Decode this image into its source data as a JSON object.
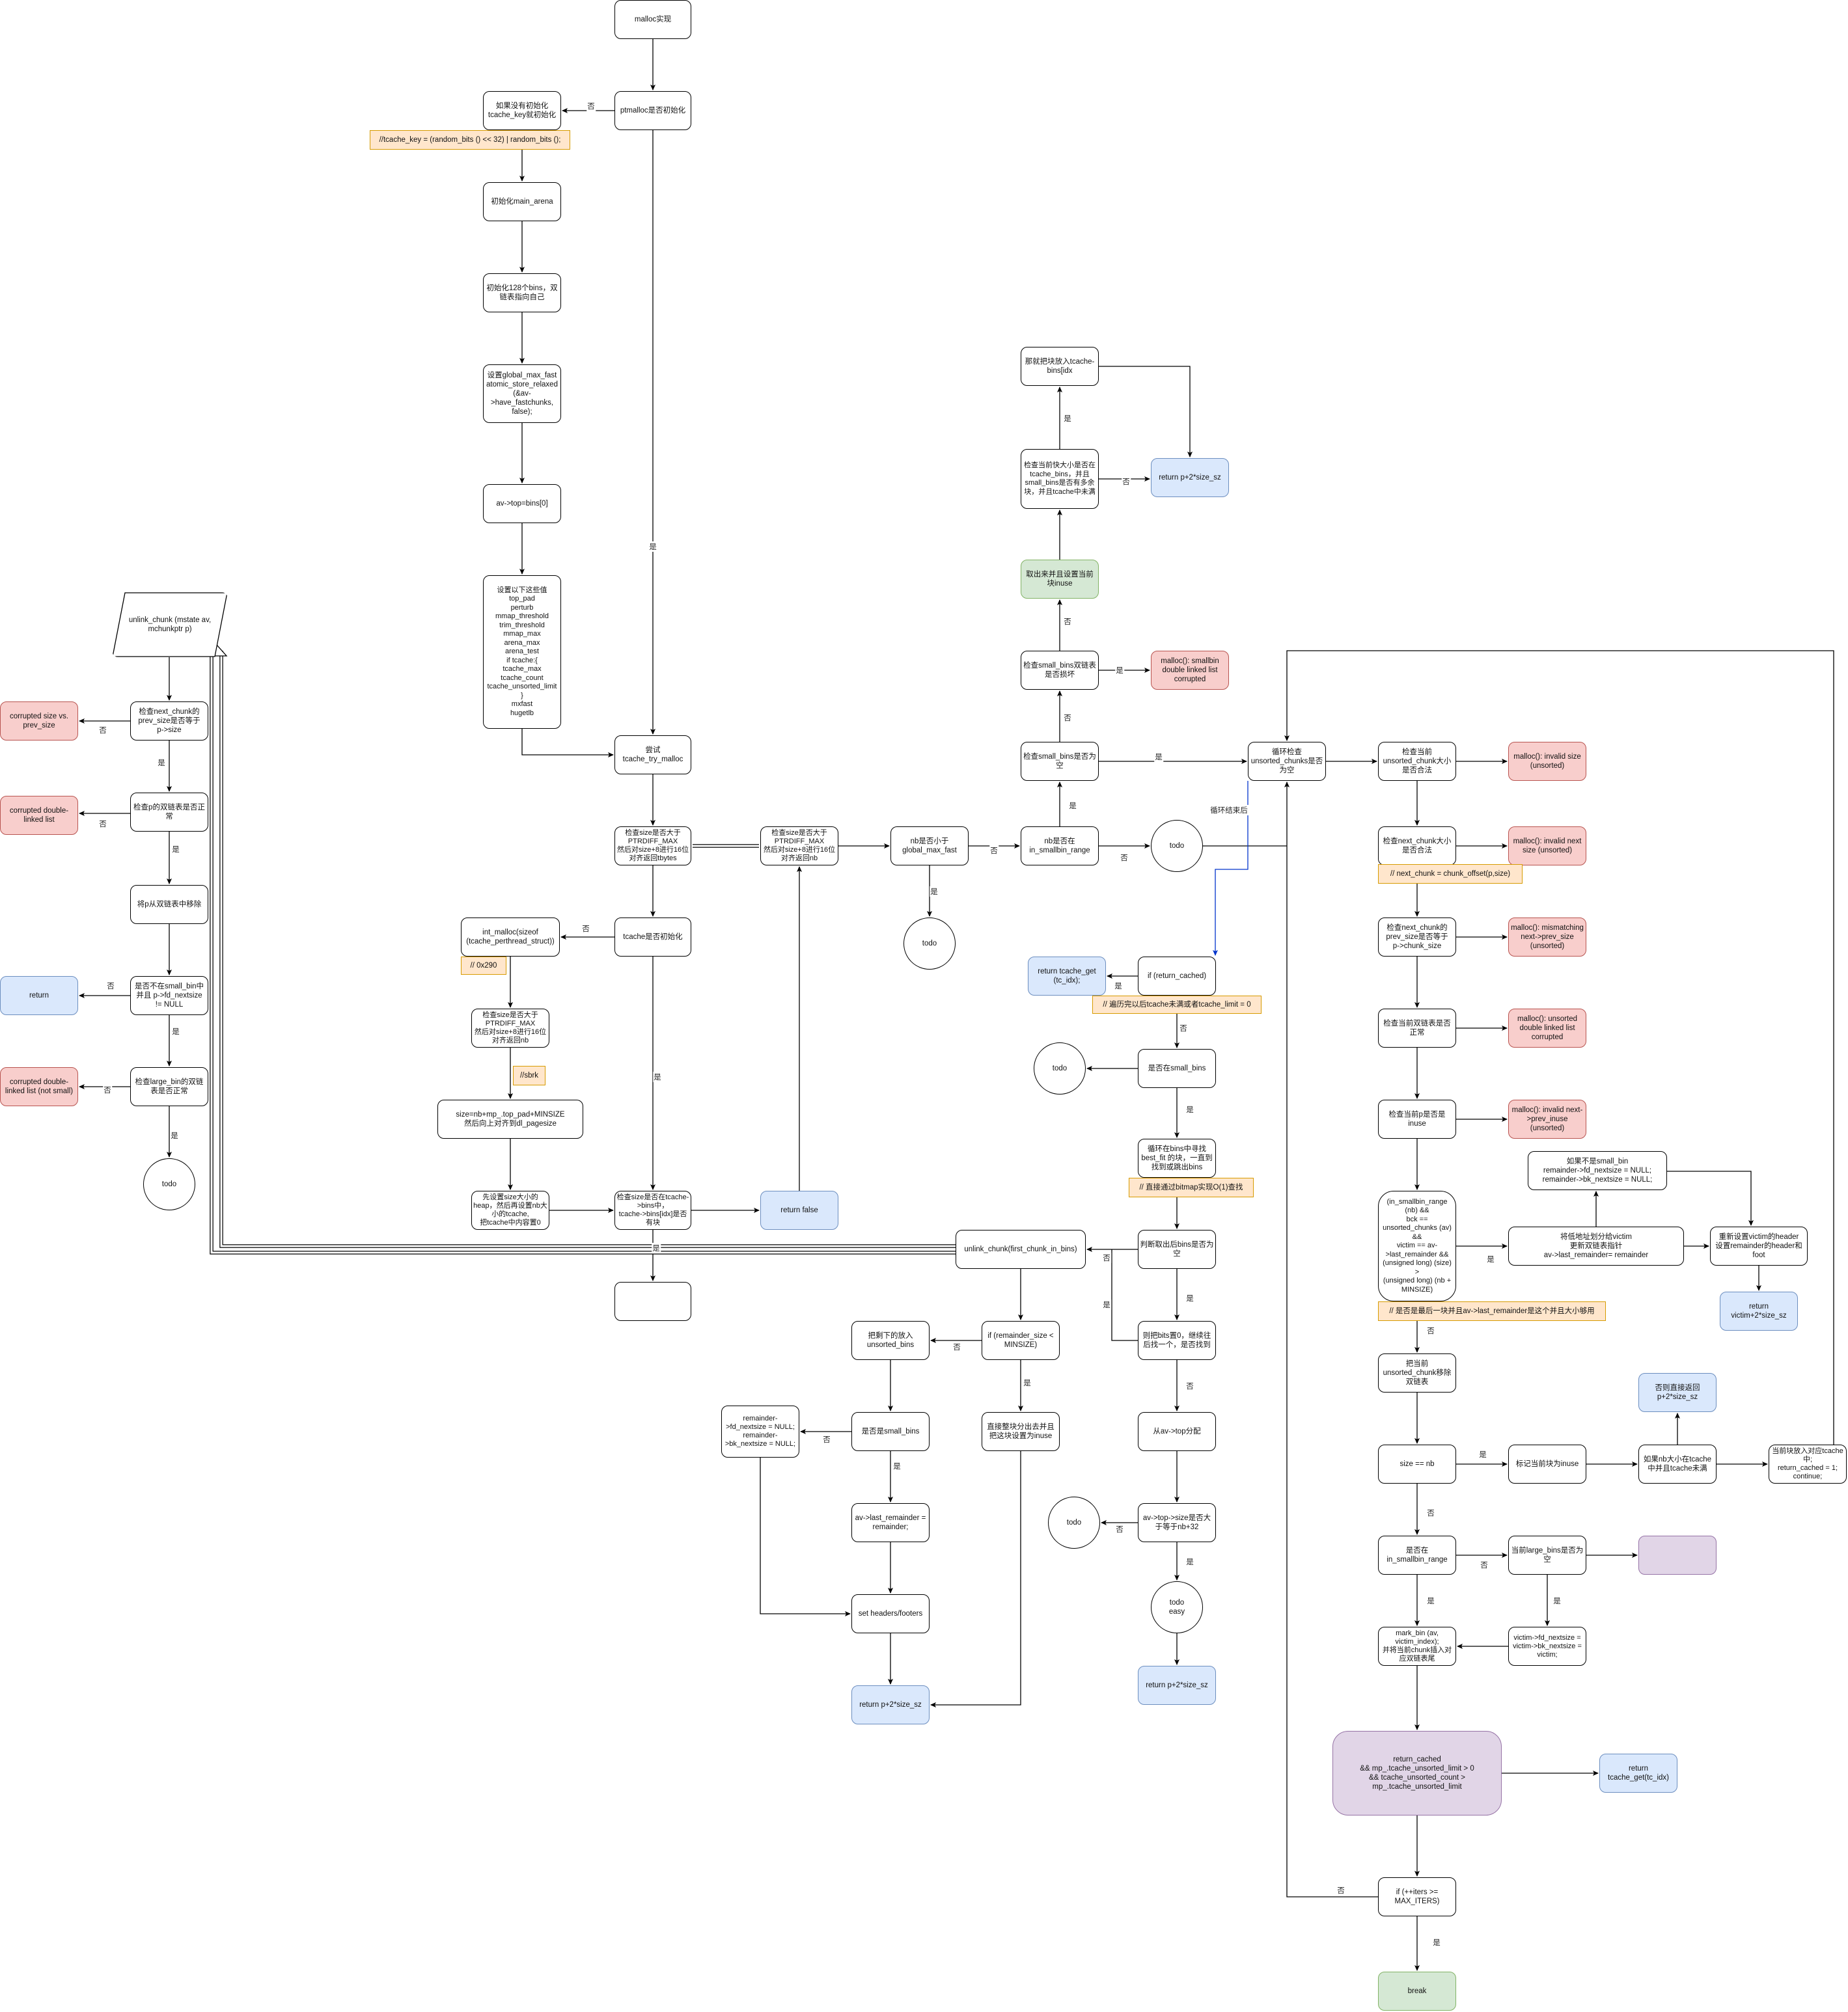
{
  "title": "malloc实现",
  "labels": {
    "yes": "是",
    "no": "否",
    "loop_end": "循环结束后"
  },
  "nodes": {
    "malloc_impl": "malloc实现",
    "ptmalloc_init": "ptmalloc是否初始化",
    "init_tcache_key": "如果没有初始化\ntcache_key就初始化",
    "note_tcache_key": "//tcache_key = (random_bits () << 32) | random_bits ();",
    "init_main_arena": "初始化main_arena",
    "init_bins": "初始化128个bins，双链表指向自己",
    "set_global_max_fast": "设置global_max_fast\natomic_store_relaxed (&av->have_fastchunks, false);",
    "av_top": "av->top=bins[0]",
    "set_values": "设置以下这些值\ntop_pad\nperturb\nmmap_threshold\ntrim_threshold\nmmap_max\narena_max\narena_test\nif tcache:{\ntcache_max\ntcache_count\ntcache_unsorted_limit\n}\nmxfast\nhugetlb",
    "tcache_try_malloc": "尝试\ntcache_try_malloc",
    "check_size_tbytes": "检查size是否大于PTRDIFF_MAX\n然后对size+8进行16位对齐返回tbytes",
    "check_size_nb": "检查size是否大于PTRDIFF_MAX\n然后对size+8进行16位对齐返回nb",
    "nb_lt_fast": "nb是否小于\nglobal_max_fast",
    "nb_in_smallbin": "nb是否在\nin_smallbin_range",
    "todo_a": "todo",
    "todo_fast": "todo",
    "tcache_inited": "tcache是否初始化",
    "int_malloc_tcache": "int_malloc(sizeof\n(tcache_perthread_struct))",
    "note_0x290": "// 0x290",
    "check_size_nb_left": "检查size是否大于PTRDIFF_MAX\n然后对size+8进行16位对齐返回nb",
    "note_sbrk": "//sbrk",
    "size_calc": "size=nb+mp_.top_pad+MINSIZE\n然后向上对齐到dl_pagesize",
    "set_heap": "先设置size大小的heap，然后再设置nb大小的tcache,\n把tcache中内容置0",
    "check_in_tcache": "检查size是否在tcache->bins中，\ntcache->bins[idx]是否有块",
    "return_false": "return false",
    "empty_box": "",
    "put_tcache_bins": "那就把块放入tcache-bins[idx",
    "check_tcache_bins": "检查当前快大小是否在tcache_bins，并且small_bins是否有多余块，并且tcache中未满",
    "return_p_top": "return p+2*size_sz",
    "take_out_inuse": "取出来并且设置当前块inuse",
    "check_smallbins_corrupt": "检查small_bins双链表是否损坏",
    "err_smallbin": "malloc(): smallbin double linked list corrupted",
    "check_smallbins_empty": "检查small_bins是否为空",
    "loop_unsorted": "循环检查\nunsorted_chunks是否为空",
    "check_unsorted_size": "检查当前\nunsorted_chunk大小是否合法",
    "err_invalid_size": "malloc(): invalid size (unsorted)",
    "check_next_size": "检查next_chunk大小是否合法",
    "err_invalid_next": "malloc(): invalid next size (unsorted)",
    "note_next_chunk": "// next_chunk = chunk_offset(p,size)",
    "check_next_prev_size": "检查next_chunk的\nprev_size是否等于\np->chunk_size",
    "err_mismatch": "malloc(): mismatching next->prev_size (unsorted)",
    "check_dlist": "检查当前双链表是否正常",
    "err_unsorted_dlist": "malloc(): unsorted double linked list corrupted",
    "check_inuse": "检查当前p是否是\ninuse",
    "err_prev_inuse": "malloc(): invalid next->prev_inuse (unsorted)",
    "last_remainder_cond": "(in_smallbin_range (nb) &&\nbck == unsorted_chunks (av) &&\nvictim == av->last_remainder &&\n(unsigned long) (size) >\n(unsigned long) (nb + MINSIZE)",
    "note_last_remainder": "// 是否是最后一块并且av->last_remainder是这个并且大小够用",
    "split_victim": "将低地址划分给victim\n更新双链表指针\nav->last_remainder= remainder",
    "not_small_bin": "如果不是small_bin\nremainder->fd_nextsize = NULL;\nremainder->bk_nextsize = NULL;",
    "reset_header": "重新设置victim的header\n设置remainder的header和foot",
    "return_victim": "return\nvictim+2*size_sz",
    "remove_unsorted": "把当前\nunsorted_chunk移除双链表",
    "size_eq_nb": "size == nb",
    "mark_inuse": "标记当前块为inuse",
    "nb_in_tcache": "如果nb大小在tcache中并且tcache未满",
    "else_return": "否则直接返回\np+2*size_sz",
    "put_in_tcache": "当前块放入对应tcache中;\nreturn_cached = 1;\ncontinue;",
    "in_smallbin_range2": "是否在\nin_smallbin_range",
    "large_bins_empty": "当前large_bins是否为空",
    "purple_empty": "",
    "mark_bin": "mark_bin (av, victim_index);\n并将当前chunk插入对应双链表尾",
    "victim_nextsize": "victim->fd_nextsize = victim->bk_nextsize = victim;",
    "return_cached_cond": "return_cached\n&& mp_.tcache_unsorted_limit > 0\n&& tcache_unsorted_count >\nmp_.tcache_unsorted_limit",
    "return_tcache_get2": "return\ntcache_get(tc_idx)",
    "iters_check": "if (++iters >=\nMAX_ITERS)",
    "break": "break",
    "if_return_cached": "if (return_cached)",
    "return_tcache_get": "return tcache_get\n(tc_idx);",
    "note_tcache_limit": "// 遍历完以后tcache未满或者tcache_limit = 0",
    "in_small_bins": "是否在small_bins",
    "todo_b": "todo",
    "bestfit_loop": "循环在bins中寻找\nbest_fit 的块，一直到找到或跳出bins",
    "note_bitmap": "// 直接通过bitmap实现O(1)查找",
    "bins_empty_after": "判断取出后bins是否为空",
    "unlink_first": "unlink_chunk(first_chunk_in_bins)",
    "bits_zero": "则把bits置0，继续往后找一个，是否找到",
    "remainder_lt_min": "if (remainder_size <\nMINSIZE)",
    "put_remainder_unsorted": "把剩下的放入\nunsorted_bins",
    "whole_inuse": "直接整块分出去并且把这块设置为inuse",
    "is_small_bins": "是否是small_bins",
    "remainder_nextsize_null": "remainder->fd_nextsize = NULL;\nremainder->bk_nextsize = NULL;",
    "last_remainder_assign": "av->last_remainder = remainder;",
    "set_headers": "set headers/footers",
    "return_p_mid": "return p+2*size_sz",
    "from_top": "从av->top分配",
    "top_size_check": "av->top->size是否大于等于nb+32",
    "todo_c": "todo",
    "todo_easy": "todo\neasy",
    "return_p_right": "return p+2*size_sz",
    "unlink_chunk_def": "unlink_chunk (mstate av,\nmchunkptr p)",
    "check_next_prev_eq": "检查next_chunk的\nprev_size是否等于\np->size",
    "err_size_prev": "corrupted size vs.\nprev_size",
    "check_p_dlist": "检查p的双链表是否正常",
    "err_double_linked": "corrupted double-linked list",
    "remove_p": "将p从双链表中移除",
    "not_small_nextsize": "是否不在small_bin中\n并且 p->fd_nextsize\n!= NULL",
    "return_plain": "return",
    "check_large_bin": "检查large_bin的双链表是否正常",
    "err_not_small": "corrupted double-linked list (not small)",
    "todo_d": "todo"
  }
}
